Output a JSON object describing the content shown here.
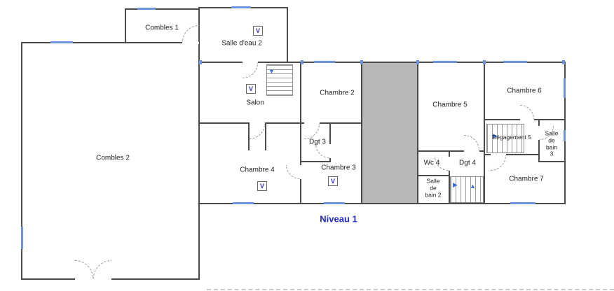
{
  "title": "Niveau 1",
  "rooms": {
    "combles1": "Combles 1",
    "salle_eau_2": "Salle d'eau 2",
    "combles2": "Combles 2",
    "salon": "Salon",
    "chambre2": "Chambre 2",
    "chambre3": "Chambre 3",
    "chambre4": "Chambre 4",
    "chambre5": "Chambre 5",
    "chambre6": "Chambre 6",
    "chambre7": "Chambre 7",
    "dgt3": "Dgt 3",
    "dgt4": "Dgt 4",
    "wc4": "Wc 4",
    "sdb2": "Salle de bain 2",
    "sdb3": "Salle de bain 3",
    "degagement5": "Dégagement 5"
  },
  "symbols": {
    "velux": "V"
  },
  "icons": {
    "arrow_up": "▲",
    "arrow_down": "▼",
    "arrow_right": "▶"
  },
  "colors": {
    "wall": "#4a4a4a",
    "window": "#6c95dd",
    "gray_void": "#b8b8b8",
    "label": "#222222",
    "title": "#1f27c8",
    "velux": "#2d2dc8",
    "stair_arrow": "#3c6fdc",
    "door_arc": "#9a9a9a"
  }
}
